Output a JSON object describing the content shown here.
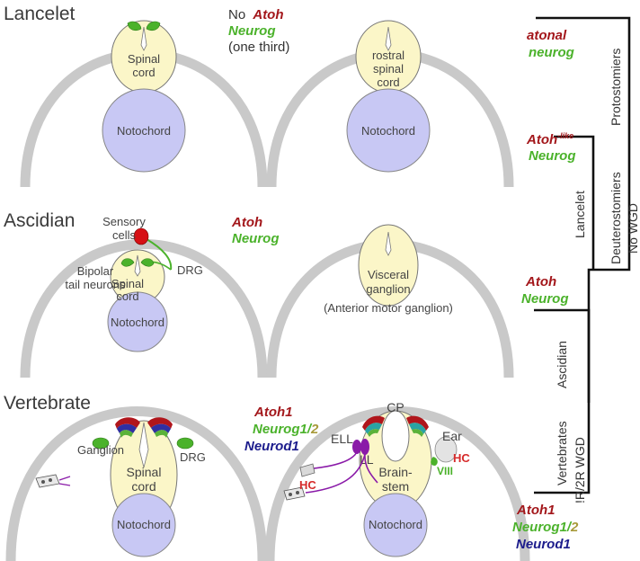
{
  "rows": {
    "lancelet": {
      "title": "Lancelet"
    },
    "ascidian": {
      "title": "Ascidian"
    },
    "vertebrate": {
      "title": "Vertebrate"
    }
  },
  "lancelet": {
    "note_prefix": "No",
    "note_gene_red": "Atoh",
    "note_gene_green": "Neurog",
    "note_fraction": "(one third)",
    "spinal_1": "Spinal",
    "spinal_2": "cord",
    "rostral_1": "rostral",
    "rostral_2": "spinal",
    "rostral_3": "cord",
    "notochord": "Notochord"
  },
  "ascidian": {
    "sensory_1": "Sensory",
    "sensory_2": "cells",
    "bipolar_1": "Bipolar",
    "bipolar_2": "tail neurons",
    "spinal_1": "Spinal",
    "spinal_2": "cord",
    "drg": "DRG",
    "notochord": "Notochord",
    "gene_red": "Atoh",
    "gene_green": "Neurog",
    "visceral_1": "Visceral",
    "visceral_2": "ganglion",
    "visceral_3": "(Anterior motor ganglion)"
  },
  "vertebrate": {
    "ganglion": "Ganglion",
    "drg": "DRG",
    "spinal_1": "Spinal",
    "spinal_2": "cord",
    "notochord": "Notochord",
    "gene_red": "Atoh1",
    "gene_green": "Neurog1/",
    "gene_olive": "2",
    "gene_blue": "Neurod1",
    "cp": "CP",
    "ell": "ELL",
    "ll": "LL",
    "ear": "Ear",
    "hc_right": "HC",
    "viii": "VIII",
    "hc_left": "HC",
    "brain_1": "Brain-",
    "brain_2": "stem",
    "notochord_2": "Notochord"
  },
  "tree": {
    "proto_red": "atonal",
    "proto_green": "neurog",
    "deut_red": "Atoh",
    "deut_sup": "-like",
    "deut_green": "Neurog",
    "asc_red": "Atoh",
    "asc_green": "Neurog",
    "vert_red": "Atoh1",
    "vert_green": "Neurog1/",
    "vert_olive": "2",
    "vert_blue": "Neurod1",
    "protostomiers": "Protostomiers",
    "deuterostomiers": "Deuterostomiers",
    "no_wgd": "No WGD",
    "lancelet": "Lancelet",
    "ascidian": "Ascidian",
    "vertebrates": "Vertebrates",
    "r2r_wgd": "!R/2R WGD"
  },
  "colors": {
    "arc": "#c9c9c9",
    "cord": "#fbf6c8",
    "notochord": "#c8c8f4",
    "green": "#4bb22b",
    "red": "#a3171b",
    "blue": "#1c1c8c",
    "purple": "#8a1aa8"
  }
}
